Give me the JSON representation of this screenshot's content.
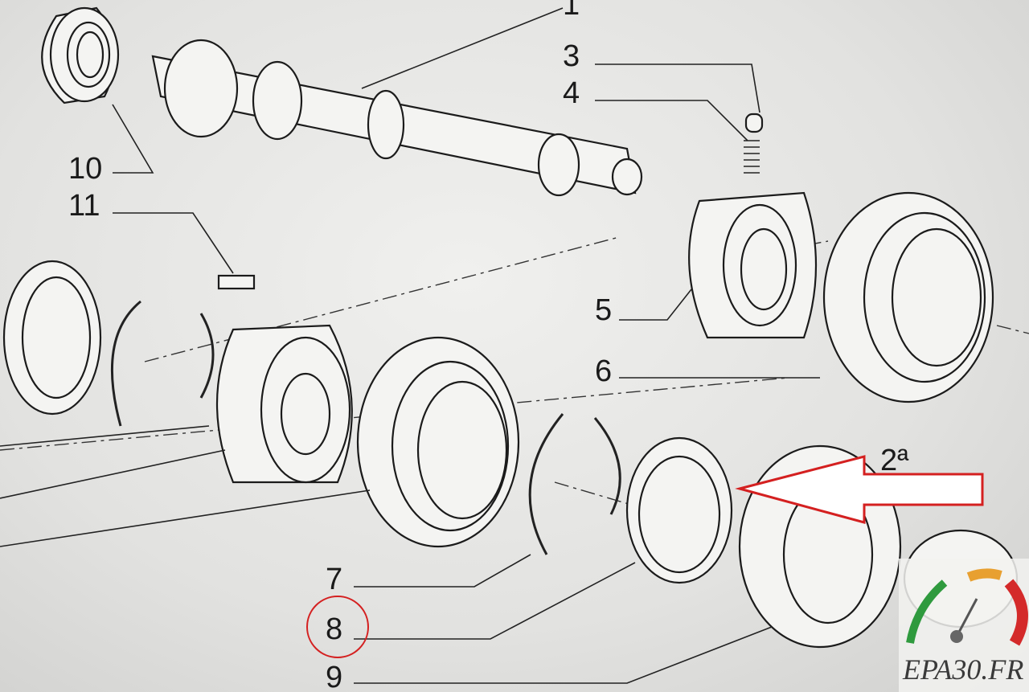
{
  "diagram": {
    "title": "Exploded view of gearbox primary shaft and 2nd gear synchronizer",
    "callouts": [
      {
        "id": "1",
        "label": "1"
      },
      {
        "id": "3",
        "label": "3"
      },
      {
        "id": "4",
        "label": "4"
      },
      {
        "id": "10",
        "label": "10"
      },
      {
        "id": "11",
        "label": "11"
      },
      {
        "id": "5",
        "label": "5"
      },
      {
        "id": "6",
        "label": "6"
      },
      {
        "id": "7",
        "label": "7"
      },
      {
        "id": "8",
        "label": "8"
      },
      {
        "id": "9",
        "label": "9"
      }
    ],
    "gear_label": "2ª",
    "highlighted_callout": "8",
    "annotation_colors": {
      "circle": "#d42020",
      "arrow": "#d42020"
    }
  },
  "logo": {
    "text": "EPA30.FR",
    "colors": {
      "green": "#2f9a3e",
      "orange": "#e8a030",
      "red": "#d42a2a"
    }
  }
}
